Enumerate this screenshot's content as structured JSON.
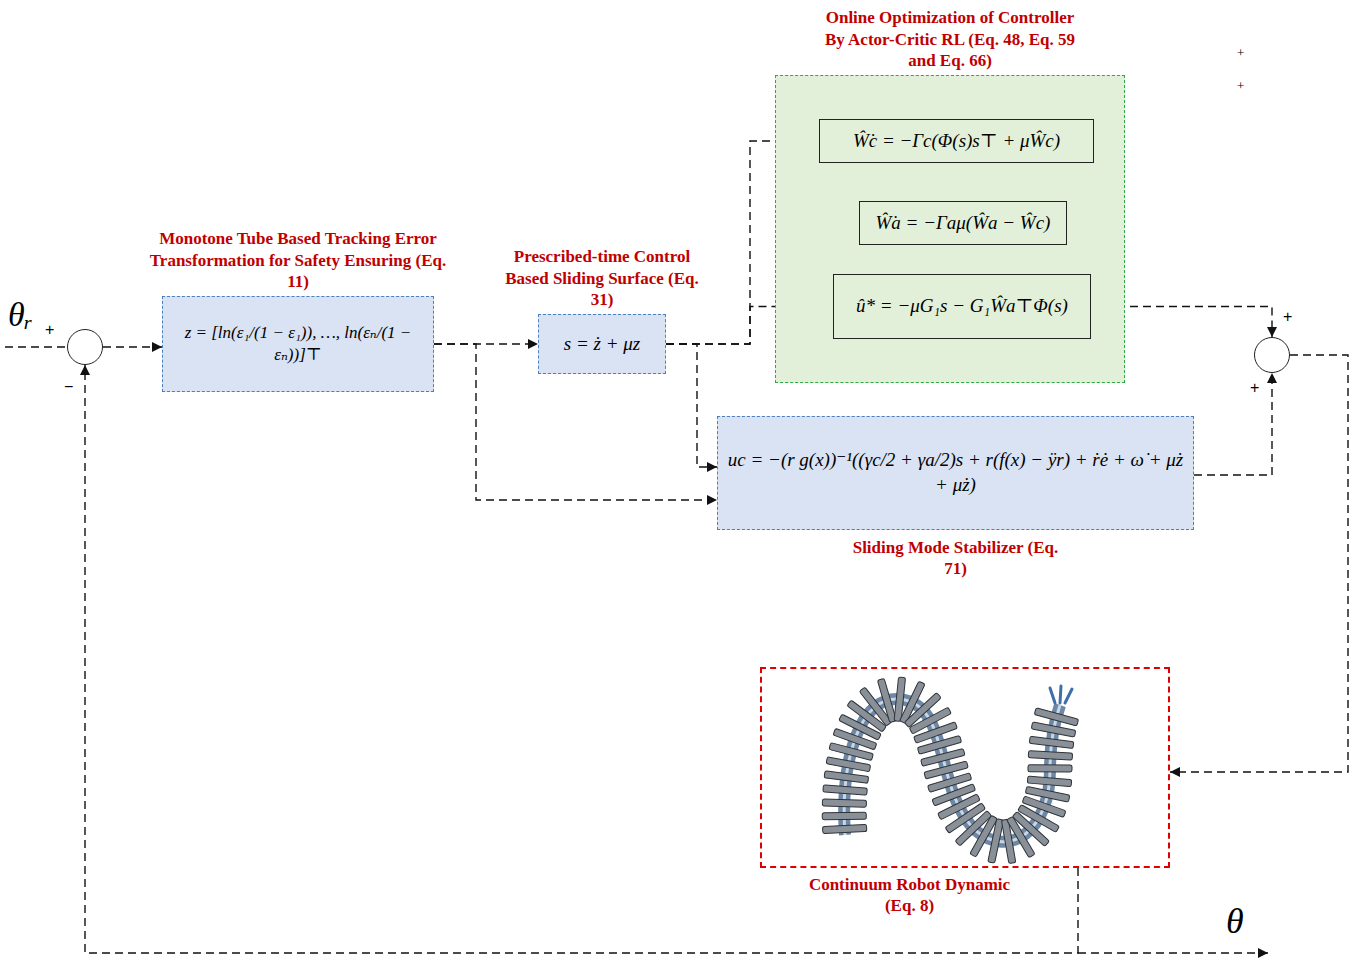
{
  "diagram": {
    "nodes": [
      {
        "text": [
          "+",
          "−"
        ]
      },
      {
        "text": [
          "Monotone Tube Based Tracking Error Transformation for Safety Ensuring (Eq. 11)",
          "z = [ln(ε₁/(1 − ε₁)), …, ln(εₙ/(1 − εₙ))]⊤"
        ]
      },
      {
        "text": [
          "Prescribed-time Control Based Sliding Surface (Eq. 31)",
          "s = ż + μz"
        ]
      },
      {
        "text": [
          "Online Optimization of Controller By Actor-Critic RL (Eq. 48, Eq. 59 and Eq. 66)"
        ]
      },
      {
        "text": [
          "Ŵ̇c = −Γc(Φ(s)s⊤ + μŴc)"
        ],
        "in": 3
      },
      {
        "text": [
          "Ŵ̇a = −Γaμ(Ŵa − Ŵc)"
        ],
        "in": 3
      },
      {
        "text": [
          "û* = −μG₁s − G₁Ŵa⊤Φ(s)"
        ],
        "in": 3
      },
      {
        "text": [
          "uc = −(r g(x))⁻¹((γc/2 + γa/2)s + r(f(x) − ÿr) + ṙė + ω̇ + μ̇z + μż)",
          "Sliding Mode Stabilizer (Eq. 71)"
        ]
      },
      {
        "text": [
          "+",
          "+"
        ]
      },
      {
        "text": [
          "Continuum Robot Dynamic (Eq. 8)"
        ]
      }
    ],
    "edges": [
      {
        "from": 0,
        "to": 1,
        "arrow": "to"
      },
      {
        "from": 1,
        "to": 2,
        "arrow": "to"
      },
      {
        "from": 2,
        "to": 4,
        "arrow": "to"
      },
      {
        "from": 2,
        "to": 6,
        "arrow": "to"
      },
      {
        "from": 4,
        "to": 5,
        "arrow": "to"
      },
      {
        "from": 5,
        "to": 6,
        "arrow": "to"
      },
      {
        "from": 6,
        "to": 8,
        "arrow": "to"
      },
      {
        "from": 2,
        "to": 7,
        "arrow": "to"
      },
      {
        "from": 1,
        "to": 7,
        "arrow": "to"
      },
      {
        "from": 7,
        "to": 8,
        "arrow": "to"
      },
      {
        "from": 8,
        "to": 9,
        "arrow": "to"
      },
      {
        "from": 9,
        "to": 0,
        "arrow": "to"
      }
    ],
    "labels": [
      "θᵣ",
      "+",
      "+",
      "θ"
    ]
  }
}
